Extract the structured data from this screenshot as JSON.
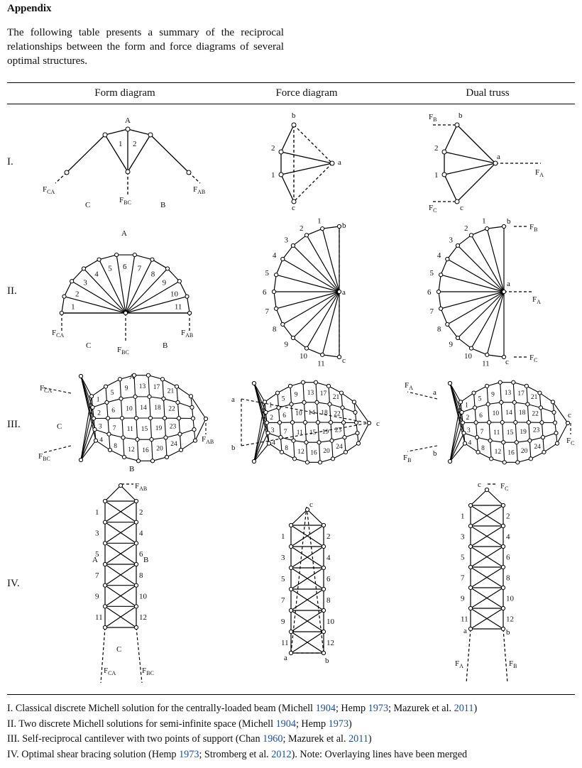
{
  "heading": "Appendix",
  "intro": "The following table presents a summary of the reciprocal relationships between the form and force diagrams of several optimal structures.",
  "columns": [
    "Form diagram",
    "Force diagram",
    "Dual truss"
  ],
  "rows": [
    {
      "label": "I.",
      "form": {
        "A": "A",
        "B": "B",
        "C": "C",
        "m1": "1",
        "m2": "2",
        "FCA": "CA",
        "FBC": "BC",
        "FAB": "AB"
      },
      "force": {
        "a": "a",
        "b": "b",
        "c": "c",
        "n1": "1",
        "n2": "2"
      },
      "dual": {
        "a": "a",
        "b": "b",
        "c": "c",
        "n1": "1",
        "n2": "2",
        "FB": "B",
        "FC": "C",
        "FA": "A"
      }
    },
    {
      "label": "II.",
      "form": {
        "A": "A",
        "B": "B",
        "C": "C",
        "FCA": "CA",
        "FBC": "BC",
        "FAB": "AB",
        "nums": [
          "1",
          "2",
          "3",
          "4",
          "5",
          "6",
          "7",
          "8",
          "9",
          "10",
          "11"
        ]
      },
      "force": {
        "a": "a",
        "b": "b",
        "c": "c",
        "nums": [
          "1",
          "2",
          "3",
          "4",
          "5",
          "6",
          "7",
          "8",
          "9",
          "10",
          "11"
        ]
      },
      "dual": {
        "a": "a",
        "b": "b",
        "c": "c",
        "FB": "B",
        "FA": "A",
        "FC": "C",
        "nums": [
          "1",
          "2",
          "3",
          "4",
          "5",
          "6",
          "7",
          "8",
          "9",
          "10",
          "11"
        ]
      }
    },
    {
      "label": "III.",
      "form": {
        "A": "A",
        "B": "B",
        "C": "C",
        "FCA": "CA",
        "FBC": "BC",
        "FAB": "AB",
        "nums": [
          "1",
          "2",
          "3",
          "4",
          "5",
          "6",
          "7",
          "8",
          "9",
          "10",
          "11",
          "12",
          "13",
          "14",
          "15",
          "16",
          "17",
          "18",
          "19",
          "20",
          "21",
          "22",
          "23",
          "24"
        ]
      },
      "force": {
        "a": "a",
        "b": "b",
        "c": "c",
        "nums": [
          "1",
          "2",
          "3",
          "4",
          "5",
          "6",
          "7",
          "8",
          "9",
          "10",
          "11",
          "12",
          "13",
          "14",
          "15",
          "16",
          "17",
          "18",
          "19",
          "20",
          "21",
          "22",
          "23",
          "24"
        ]
      },
      "dual": {
        "a": "a",
        "b": "b",
        "c": "c",
        "FA": "A",
        "FB": "B",
        "FC": "C",
        "nums": [
          "1",
          "2",
          "3",
          "4",
          "5",
          "6",
          "7",
          "8",
          "9",
          "10",
          "11",
          "12",
          "13",
          "14",
          "15",
          "16",
          "17",
          "18",
          "19",
          "20",
          "21",
          "22",
          "23",
          "24"
        ]
      }
    },
    {
      "label": "IV.",
      "form": {
        "A": "A",
        "B": "B",
        "C": "C",
        "FAB": "AB",
        "FCA": "CA",
        "FBC": "BC",
        "nums": [
          "1",
          "2",
          "3",
          "4",
          "5",
          "6",
          "7",
          "8",
          "9",
          "10",
          "11",
          "12"
        ]
      },
      "force": {
        "a": "a",
        "b": "b",
        "c": "c",
        "nums": [
          "1",
          "2",
          "3",
          "4",
          "5",
          "6",
          "7",
          "8",
          "9",
          "10",
          "11",
          "12"
        ]
      },
      "dual": {
        "a": "a",
        "b": "b",
        "c": "c",
        "FC": "C",
        "FA": "A",
        "FB": "B",
        "nums": [
          "1",
          "2",
          "3",
          "4",
          "5",
          "6",
          "7",
          "8",
          "9",
          "10",
          "11",
          "12"
        ]
      }
    }
  ],
  "force_prefix": "F",
  "captions": [
    {
      "pre": "I. Classical discrete Michell solution for the centrally-loaded beam (Michell ",
      "c1": "1904",
      "m1": "; Hemp ",
      "c2": "1973",
      "m2": "; Mazurek et al. ",
      "c3": "2011",
      "post": ")"
    },
    {
      "pre": "II. Two discrete Michell solutions for semi-infinite space (Michell ",
      "c1": "1904",
      "m1": "; Hemp ",
      "c2": "1973",
      "m2": "",
      "c3": "",
      "post": ")"
    },
    {
      "pre": "III. Self-reciprocal cantilever with two points of support (Chan ",
      "c1": "1960",
      "m1": "; Mazurek et al. ",
      "c2": "2011",
      "m2": "",
      "c3": "",
      "post": ")"
    },
    {
      "pre": "IV. Optimal shear bracing solution (Hemp ",
      "c1": "1973",
      "m1": "; Stromberg et al. ",
      "c2": "2012",
      "m2": "). Note: Overlaying lines have been merged",
      "c3": "",
      "post": ""
    }
  ]
}
